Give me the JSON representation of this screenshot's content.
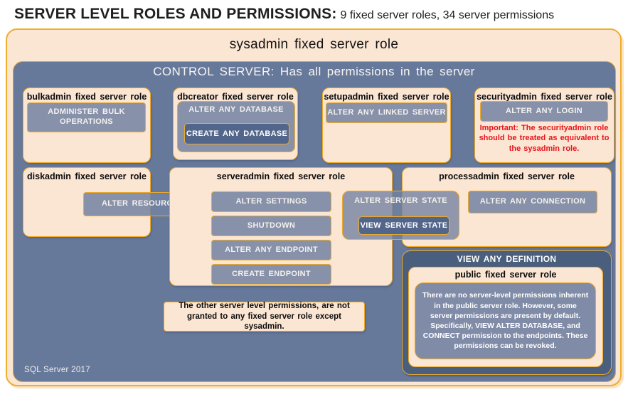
{
  "page_title": {
    "main": "SERVER LEVEL ROLES AND PERMISSIONS:",
    "sub": "9 fixed server roles, 34 server permissions"
  },
  "sysadmin_label": "sysadmin fixed server role",
  "control_label": "CONTROL SERVER: Has all permissions in the server",
  "roles": {
    "bulkadmin": {
      "title": "bulkadmin fixed server role",
      "permission": "ADMINISTER BULK OPERATIONS"
    },
    "dbcreator": {
      "title": "dbcreator fixed server role",
      "permission_outer": "ALTER ANY DATABASE",
      "permission_inner": "CREATE ANY DATABASE"
    },
    "setupadmin": {
      "title": "setupadmin fixed server role",
      "permission": "ALTER ANY LINKED SERVER"
    },
    "securityadmin": {
      "title": "securityadmin fixed server role",
      "permission": "ALTER ANY LOGIN",
      "note": "Important: The securityadmin role should be treated as equivalent to the sysadmin role."
    },
    "diskadmin": {
      "title": "diskadmin fixed server role",
      "permission": "ALTER RESOURCES"
    },
    "serveradmin": {
      "title": "serveradmin fixed server role",
      "permissions": [
        "ALTER SETTINGS",
        "SHUTDOWN",
        "ALTER ANY ENDPOINT",
        "CREATE ENDPOINT"
      ],
      "shared_permission_outer": "ALTER SERVER STATE",
      "shared_permission_inner": "VIEW SERVER STATE"
    },
    "processadmin": {
      "title": "processadmin fixed server role",
      "permission": "ALTER ANY CONNECTION"
    },
    "public": {
      "container_permission": "VIEW ANY DEFINITION",
      "title": "public fixed server role",
      "description": "There are no server-level permissions inherent in the public server role. However, some server permissions are present by default. Specifically, VIEW ALTER DATABASE, and CONNECT permission to the endpoints. These permissions can be revoked."
    }
  },
  "note": "The other server level permissions, are not granted to any fixed server role except sysadmin.",
  "footer": "SQL Server 2017",
  "colors": {
    "peach": "#fbe5d3",
    "gold_border": "#edaa28",
    "control_blue": "#67799b",
    "permission_gray_blue": "#8e99b0",
    "permission_dark_blue": "#52658a",
    "definition_dark_blue": "#4a5f7d",
    "warning_red": "#e8131b"
  }
}
